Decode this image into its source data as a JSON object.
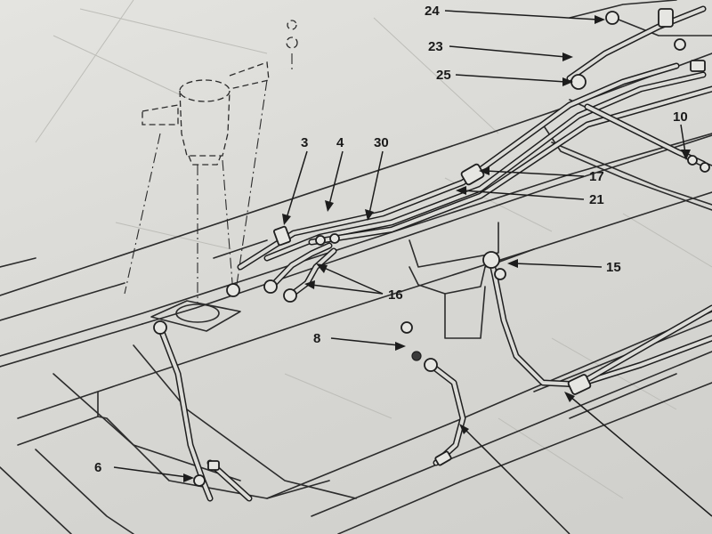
{
  "diagram": {
    "callouts": [
      {
        "id": "c24",
        "label": "24"
      },
      {
        "id": "c23",
        "label": "23"
      },
      {
        "id": "c25",
        "label": "25"
      },
      {
        "id": "c10",
        "label": "10"
      },
      {
        "id": "c3",
        "label": "3"
      },
      {
        "id": "c4",
        "label": "4"
      },
      {
        "id": "c30",
        "label": "30"
      },
      {
        "id": "c17",
        "label": "17"
      },
      {
        "id": "c21",
        "label": "21"
      },
      {
        "id": "c15",
        "label": "15"
      },
      {
        "id": "c16",
        "label": "16"
      },
      {
        "id": "c8",
        "label": "8"
      },
      {
        "id": "c6",
        "label": "6"
      }
    ]
  }
}
